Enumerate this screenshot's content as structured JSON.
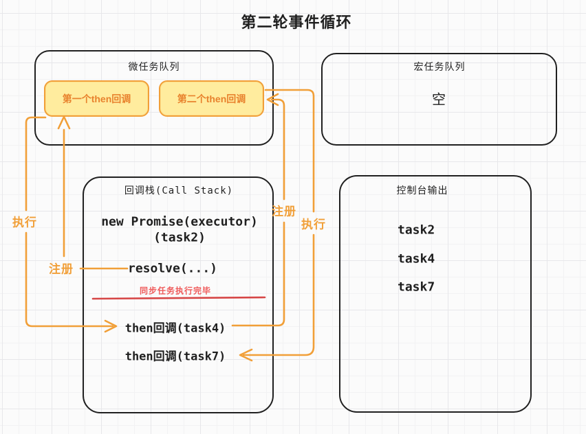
{
  "title": "第二轮事件循环",
  "colors": {
    "stroke": "#1f1f1f",
    "orange": "#f19f38",
    "yellow_fill": "#ffec9e",
    "yellow_text": "#e8822d",
    "red_line": "#d64545",
    "red_text": "#ef5a5a"
  },
  "microtask_queue": {
    "label": "微任务队列",
    "items": [
      {
        "label": "第一个then回调"
      },
      {
        "label": "第二个then回调"
      }
    ]
  },
  "macrotask_queue": {
    "label": "宏任务队列",
    "value": "空"
  },
  "call_stack": {
    "label": "回调栈(Call Stack)",
    "promise_line1": "new Promise(executor)",
    "promise_line2": "(task2)",
    "resolve": "resolve(...)",
    "sync_done_note": "同步任务执行完毕",
    "then_task4": "then回调(task4)",
    "then_task7": "then回调(task7)"
  },
  "console_output": {
    "label": "控制台输出",
    "lines": [
      "task2",
      "task4",
      "task7"
    ]
  },
  "arrow_labels": {
    "execute_left": "执行",
    "register_left": "注册",
    "register_right": "注册",
    "execute_right": "执行"
  }
}
